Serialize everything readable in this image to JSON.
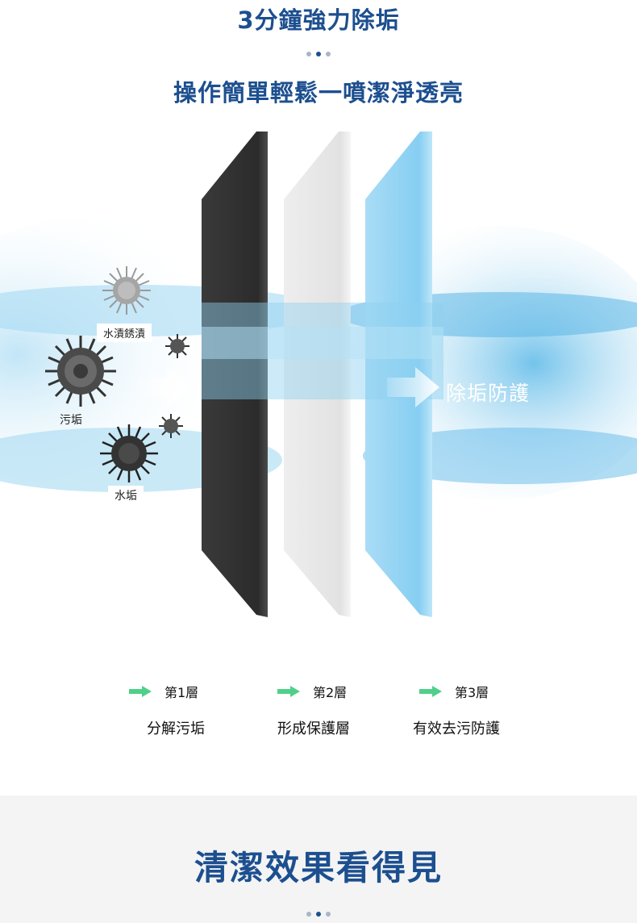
{
  "header": {
    "title": "3分鐘強力除垢",
    "subtitle": "操作簡單輕鬆一噴潔淨透亮"
  },
  "dots_colors": [
    "#a8b6c8",
    "#1c4f8f",
    "#a8b6c8"
  ],
  "colors": {
    "heading": "#1c4f8f",
    "dark_layer": "#2f2f2f",
    "grey_layer": "#e6e6e6",
    "blue_layer": "#8fd3f4",
    "arrow_green": "#4fd08a",
    "mist": "#7ec7ea"
  },
  "illustration": {
    "germ_labels": {
      "rust_stain": "水漬銹漬",
      "dirt": "污垢",
      "scale": "水垢"
    },
    "output_label": "除垢防護"
  },
  "layers": [
    {
      "title": "第1層",
      "desc": "分解污垢"
    },
    {
      "title": "第2層",
      "desc": "形成保護層"
    },
    {
      "title": "第3層",
      "desc": "有效去污防護"
    }
  ],
  "footer": {
    "title": "清潔效果看得見"
  }
}
